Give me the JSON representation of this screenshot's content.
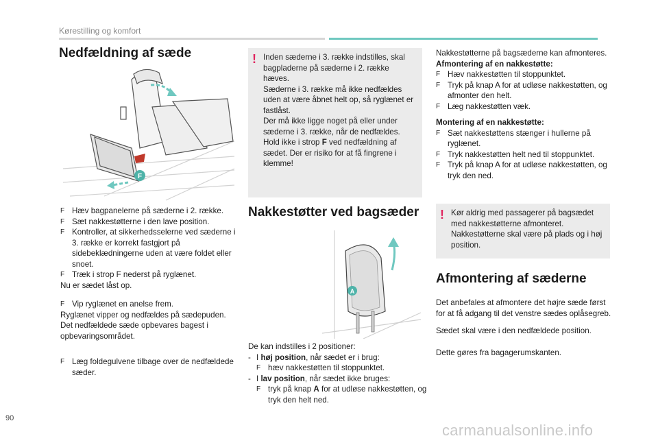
{
  "header": {
    "section": "Kørestilling og komfort"
  },
  "page_number": "90",
  "watermark": "carmanualsonline.info",
  "col1": {
    "title": "Nedfældning af sæde",
    "bullets1": [
      "Hæv bagpanelerne på sæderne i 2. række.",
      "Sæt nakkestøtterne i den lave position.",
      "Kontroller, at sikkerhedsselerne ved sæderne i 3. række er korrekt fastgjort på sidebeklædningerne uden at være foldet eller snoet.",
      "Træk i strop F nederst på ryglænet."
    ],
    "line_locked": "Nu er sædet låst op.",
    "bullet2": "Vip ryglænet en anelse frem.",
    "para2a": "Ryglænet vipper og nedfældes på sædepuden.",
    "para2b": "Det nedfældede sæde opbevares bagest i opbevaringsområdet.",
    "bullet3": "Læg foldegulvene tilbage over de nedfældede sæder.",
    "illus_label": "F",
    "bullet_mark": "F"
  },
  "col2": {
    "warning": {
      "mark": "!",
      "p1": "Inden sæderne i 3. række indstilles, skal bagpladerne på sæderne i 2. række hæves.",
      "p2": "Sæderne i 3. række må ikke nedfældes uden at være åbnet helt op, så ryglænet er fastlåst.",
      "p3a": "Der må ikke ligge noget på eller under sæderne i 3. række, når de nedfældes. Hold ikke i strop ",
      "p3b": "F",
      "p3c": " ved nedfældning af sædet. Der er risiko for at få fingrene i klemme!"
    },
    "title": "Nakkestøtter ved bagsæder",
    "illus_label": "A",
    "intro": "De kan indstilles i 2 positioner:",
    "pos_high_prefix": "I ",
    "pos_high_bold": "høj position",
    "pos_high_suffix": ", når sædet er i brug:",
    "pos_high_step": "hæv nakkestøtten til stoppunktet.",
    "pos_low_prefix": "I ",
    "pos_low_bold": "lav position",
    "pos_low_suffix": ", når sædet ikke bruges:",
    "pos_low_step_a": "tryk på knap ",
    "pos_low_step_b": "A",
    "pos_low_step_c": " for at udløse nakkestøtten, og tryk den helt ned.",
    "dash": "-"
  },
  "col3": {
    "intro": "Nakkestøtterne på bagsæderne kan afmonteres.",
    "remove_heading": "Afmontering af en nakkestøtte:",
    "remove_steps": [
      "Hæv nakkestøtten til stoppunktet.",
      "Tryk på knap A for at udløse nakkestøtten, og afmonter den helt.",
      "Læg nakkestøtten væk."
    ],
    "mount_heading": "Montering af en nakkestøtte:",
    "mount_steps": [
      "Sæt nakkestøttens stænger i hullerne på ryglænet.",
      "Tryk nakkestøtten helt ned til stoppunktet.",
      "Tryk på knap A for at udløse nakkestøtten, og tryk den ned."
    ],
    "warning": {
      "mark": "!",
      "p1": "Kør aldrig med passagerer på bagsædet med nakkestøtterne afmonteret.",
      "p2": "Nakkestøtterne skal være på plads og i høj position."
    },
    "title": "Afmontering af sæderne",
    "para1": "Det anbefales at afmontere det højre sæde først for at få adgang til det venstre sædes oplåsegreb.",
    "para2": "Sædet skal være i den nedfældede position.",
    "para3": "Dette gøres fra bagagerumskanten."
  },
  "colors": {
    "accent": "#6fc8c0",
    "warning": "#e0245e",
    "box": "#ebebeb",
    "label_bubble": "#4fb3a9"
  }
}
